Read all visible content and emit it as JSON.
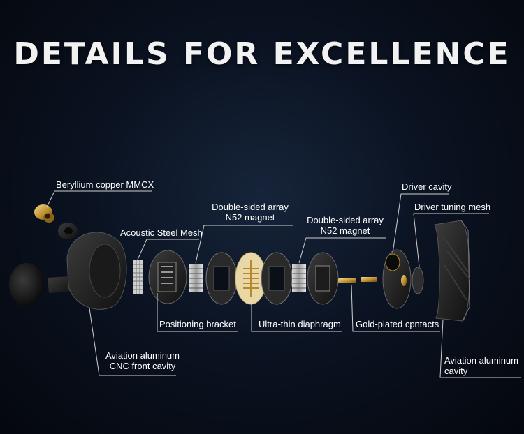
{
  "title": "DETAILS FOR EXCELLENCE",
  "labels": {
    "beryllium": "Beryllium copper MMCX",
    "acoustic_mesh": "Acoustic Steel Mesh",
    "magnet_left_1": "Double-sided array",
    "magnet_left_2": "N52 magnet",
    "magnet_right_1": "Double-sided array",
    "magnet_right_2": "N52 magnet",
    "driver_cavity": "Driver cavity",
    "tuning_mesh": "Driver tuning mesh",
    "positioning_bracket": "Positioning bracket",
    "diaphragm": "Ultra-thin diaphragm",
    "contacts": "Gold-plated cpntacts",
    "front_cavity_1": "Aviation aluminum",
    "front_cavity_2": "CNC front cavity",
    "rear_cavity_1": "Aviation aluminum",
    "rear_cavity_2": "cavity"
  }
}
